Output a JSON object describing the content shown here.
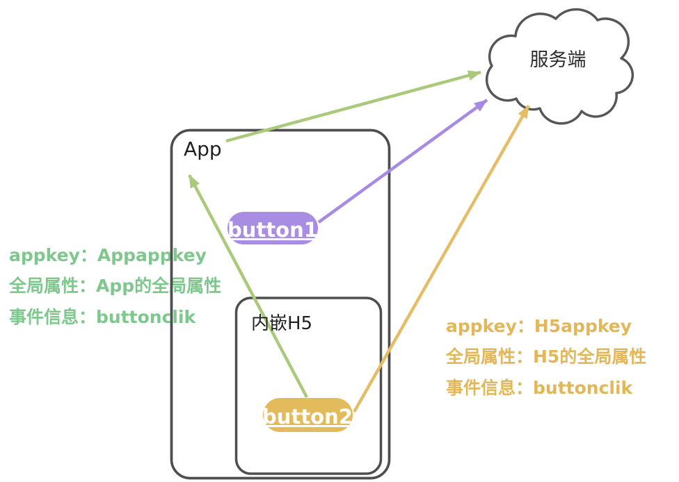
{
  "cloud": {
    "label": "服务端"
  },
  "app_box": {
    "label": "App"
  },
  "h5_box": {
    "label": "内嵌H5"
  },
  "button1": {
    "label": "button1"
  },
  "button2": {
    "label": "button2"
  },
  "app_annotation": {
    "line1": "appkey：Appappkey",
    "line2": "全局属性：App的全局属性",
    "line3": "事件信息：buttonclik"
  },
  "h5_annotation": {
    "line1": "appkey：H5appkey",
    "line2": "全局属性：H5的全局属性",
    "line3": "事件信息：buttonclik"
  },
  "colors": {
    "outline": "#4e4e52",
    "cloud_outline": "#57575b",
    "green_text": "#7ec78d",
    "yellow_text": "#e2b75a",
    "green_arrow": "#abc97b",
    "purple_arrow": "#a78ae4",
    "yellow_arrow": "#e4bd66",
    "button1_fill": "#a88de3",
    "button2_fill": "#e3bb5d",
    "label_text": "#1f1f1f"
  }
}
